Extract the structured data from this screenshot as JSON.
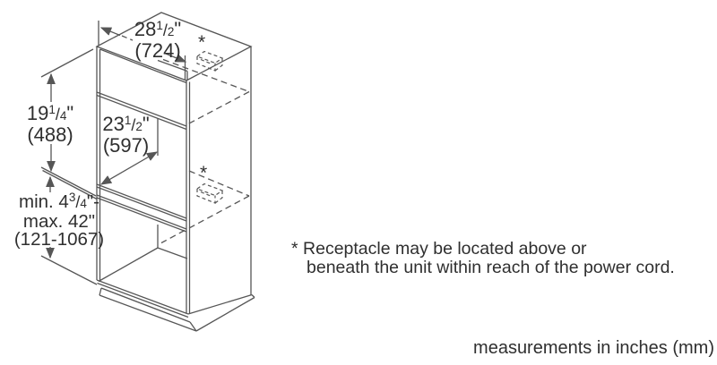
{
  "diagram": {
    "width": {
      "whole": "28",
      "num": "1",
      "slash": "/",
      "den": "2",
      "unit": "\"",
      "mm": "(724)"
    },
    "height": {
      "whole": "19",
      "num": "1",
      "slash": "/",
      "den": "4",
      "unit": "\"",
      "mm": "(488)"
    },
    "depth": {
      "whole": "23",
      "num": "1",
      "slash": "/",
      "den": "2",
      "unit": "\"",
      "mm": "(597)"
    },
    "clearance": {
      "pre": "min. 4",
      "num": "3",
      "slash": "/",
      "den": "4",
      "post": "\"-",
      "line2": "max. 42\"",
      "line3": "(121-1067)"
    },
    "receptacle_top_marker": "*",
    "receptacle_mid_marker": "*"
  },
  "note": {
    "marker": "*",
    "line1": "Receptacle may be located above or",
    "line2": "beneath the unit within reach of the power cord."
  },
  "footer": "measurements in inches (mm)",
  "colors": {
    "line": "#565656",
    "text": "#2f2f2f",
    "background": "#ffffff"
  }
}
